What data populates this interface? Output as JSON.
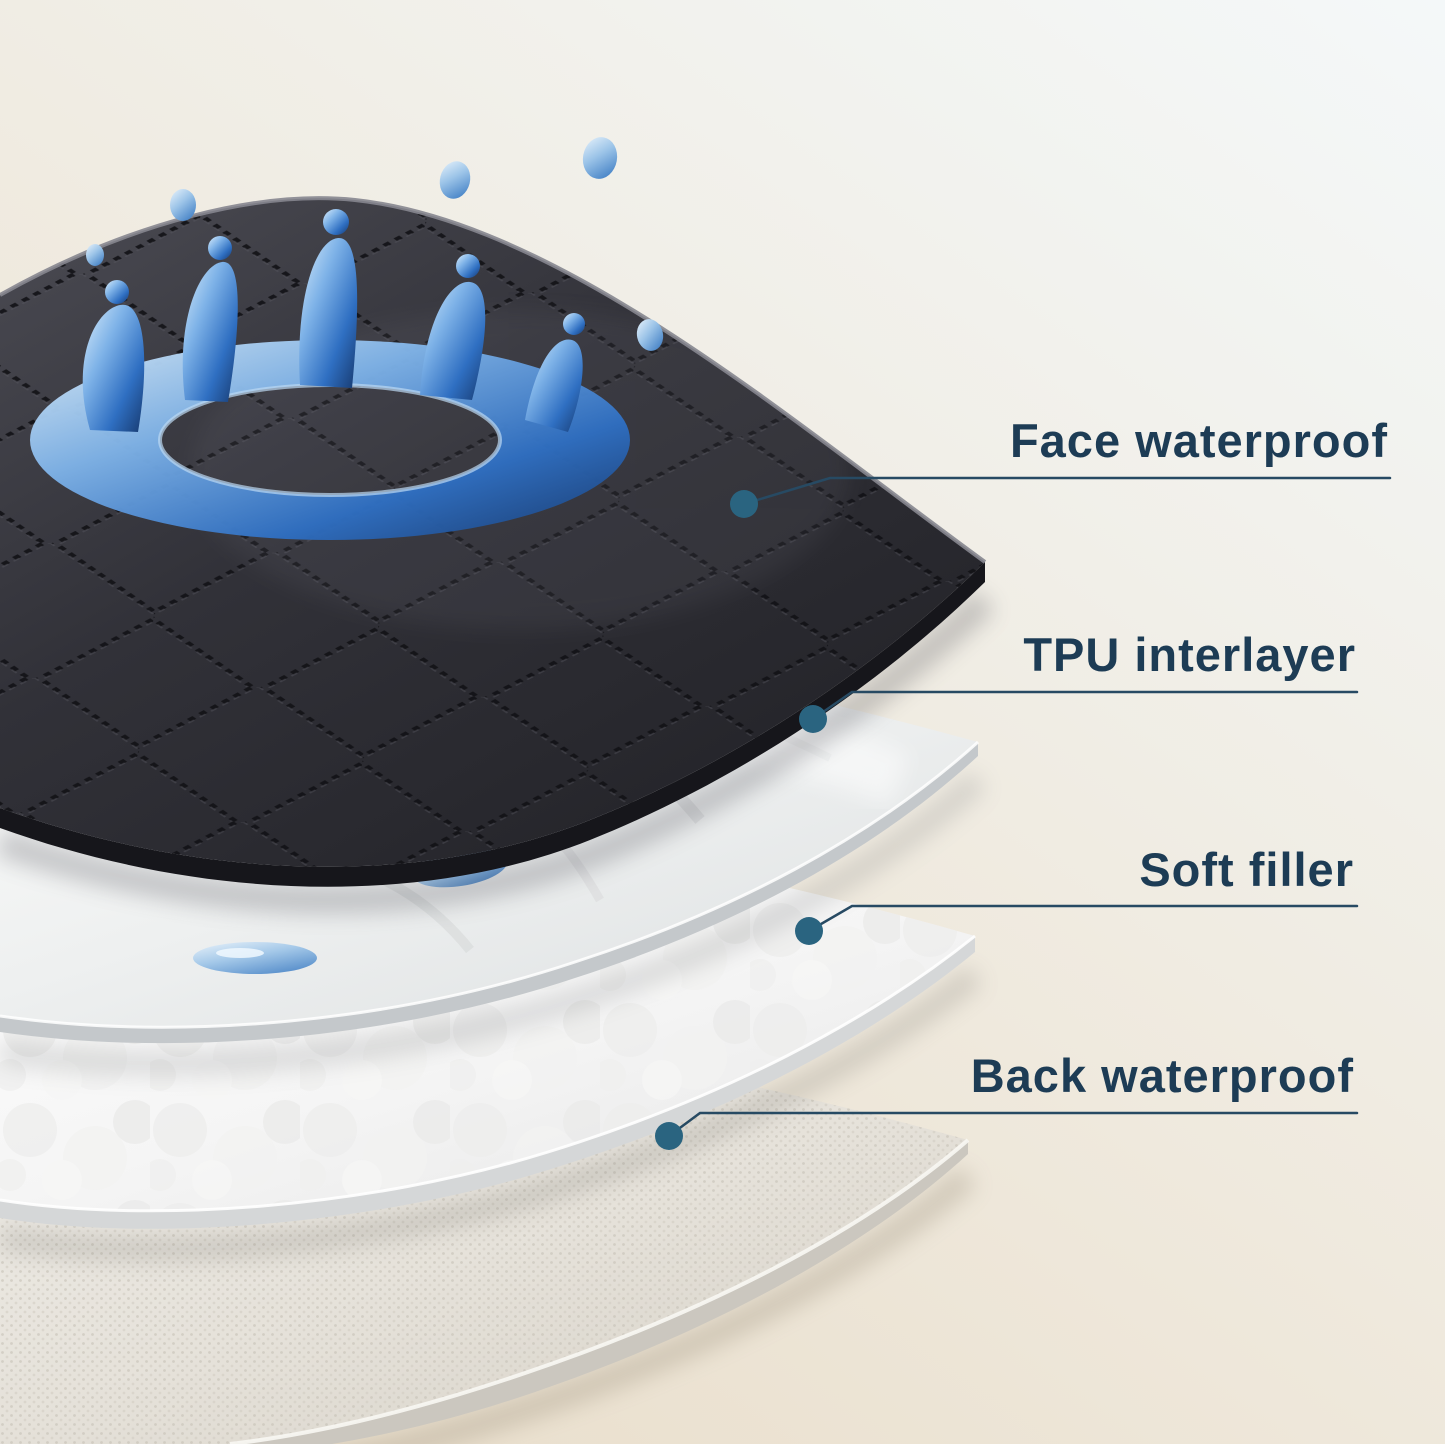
{
  "callouts": [
    {
      "label": "Face waterproof"
    },
    {
      "label": "TPU interlayer"
    },
    {
      "label": "Soft filler"
    },
    {
      "label": "Back waterproof"
    }
  ],
  "colors": {
    "label_text": "#1d3c55",
    "leader_line": "#274a63",
    "dot": "#2a6480",
    "face_layer": "#303036",
    "tpu_layer": "#eef0f0",
    "filler_layer": "#f7f7f7",
    "back_layer": "#e6e2da",
    "splash_blue": "#2f6fc2",
    "background_top": "#f4f8f9",
    "background_bottom": "#e8dcc8"
  }
}
